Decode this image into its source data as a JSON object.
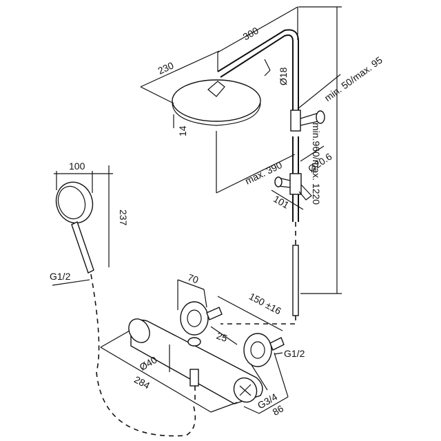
{
  "dimensions": {
    "arm_length": "300",
    "head_diameter": "230",
    "arm_diameter": "Ø18",
    "head_thickness": "14",
    "max_height_head": "max. 390",
    "wall_distance": "min. 50/max. 95",
    "bar_diameter": "Ø20.6",
    "holder_depth": "101",
    "riser_height": "min.960/max. 1220",
    "hand_width": "100",
    "hand_length": "237",
    "hose_thread": "G1/2",
    "mixer_depth": "70",
    "center_distance": "150 ±16",
    "eccentric": "25",
    "outlet_thread": "G1/2",
    "body_diameter": "Ø40",
    "mixer_width": "284",
    "inlet_thread": "G3/4",
    "inlet_depth": "86"
  }
}
